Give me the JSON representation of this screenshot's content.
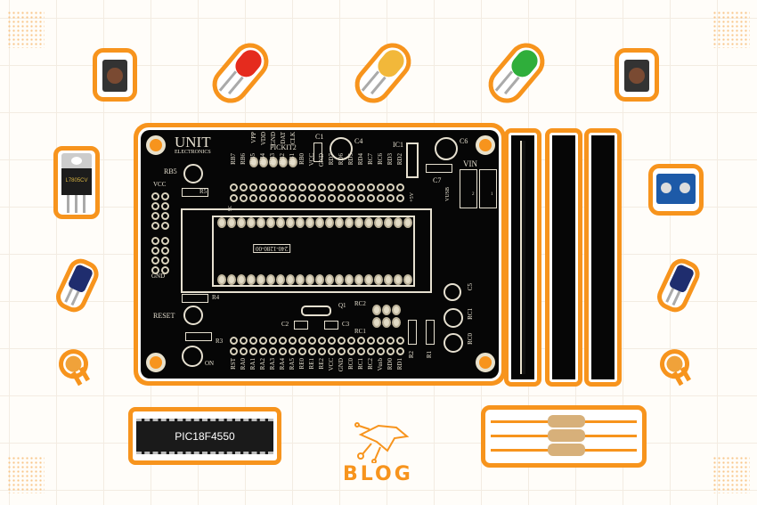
{
  "pcb": {
    "brand_line1": "UNIT",
    "brand_line2": "ELECTRONICS",
    "pickit_label": "PICKIT2",
    "pickit_pins": [
      "VPP",
      "VDD",
      "GND",
      "DAT",
      "CLK"
    ],
    "top_header_pins": [
      "RB7",
      "RB6",
      "RB5",
      "RB4",
      "RB3",
      "RB2",
      "RB1",
      "RB0",
      "VCC",
      "GND",
      "RD7",
      "RD6",
      "RD5",
      "RD4",
      "RC7",
      "RC6",
      "RD3",
      "RD2"
    ],
    "bottom_header_pins": [
      "RST",
      "RA0",
      "RA1",
      "RA2",
      "RA3",
      "RA4",
      "RA5",
      "RE0",
      "RE1",
      "RE2",
      "VCC",
      "GND",
      "RC0",
      "RC1",
      "RC2",
      "Vusb",
      "RD0",
      "RD1"
    ],
    "header_number": "36",
    "socket_label": "240-1280-00",
    "labels": {
      "c1": "C1",
      "c4": "C4",
      "c6": "C6",
      "c7": "C7",
      "c5": "C5",
      "c2": "C2",
      "c3": "C3",
      "ic1": "IC1",
      "vin": "VIN",
      "rb5": "RB5",
      "r5": "R5",
      "r4": "R4",
      "r3": "R3",
      "r2": "R2",
      "r1": "R1",
      "vcc": "VCC",
      "gnd": "GND",
      "reset": "RESET",
      "on": "ON",
      "q1": "Q1",
      "rc2": "RC2",
      "rc1": "RC1",
      "rc1_led": "RC1",
      "rc0_led": "RC0",
      "plus5v": "+5V",
      "vusb": "VUSB",
      "vin_pin1": "1",
      "vin_pin2": "2"
    }
  },
  "regulator_label": "L7805CV",
  "chip_label": "PIC18F4550",
  "blog_label": "BLOG",
  "colors": {
    "accent": "#f7941d",
    "board": "#060606",
    "silk": "#e6e0d0"
  }
}
